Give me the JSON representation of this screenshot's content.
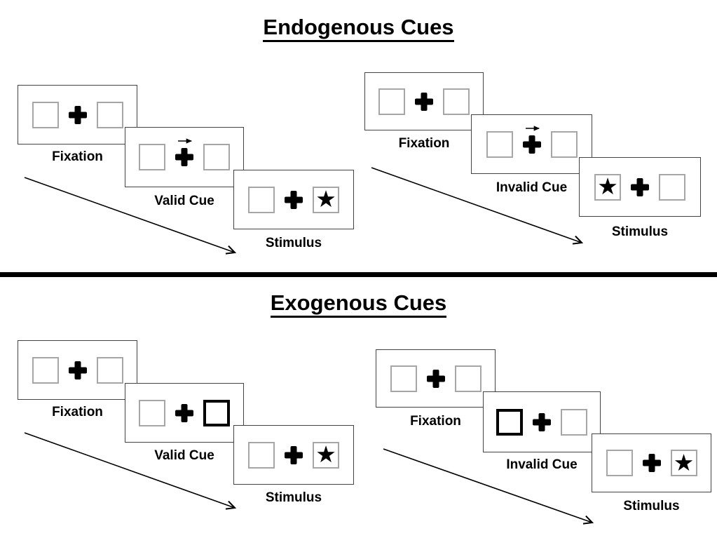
{
  "colors": {
    "background": "#ffffff",
    "ink": "#000000",
    "panel_border": "#424242",
    "placeholder_box_border": "#a6a6a6",
    "cue_box_border": "#000000",
    "divider": "#000000"
  },
  "icons": {
    "target_star": "★",
    "fixation_cross": "css-heavy-plus",
    "cue_arrow": "svg-right-arrow",
    "timeline_arrow": "svg-diagonal-arrow"
  },
  "sections": [
    {
      "title": "Endogenous Cues",
      "cue_style": "central-arrow",
      "sequences": [
        {
          "name": "valid",
          "cue": "arrow-pointing-right-above-fixation",
          "stimulus_star_side": "right",
          "panels": [
            {
              "label": "Fixation",
              "type": "fixation"
            },
            {
              "label": "Valid Cue",
              "type": "cue"
            },
            {
              "label": "Stimulus",
              "type": "stimulus"
            }
          ]
        },
        {
          "name": "invalid",
          "cue": "arrow-pointing-right-above-fixation",
          "stimulus_star_side": "left",
          "panels": [
            {
              "label": "Fixation",
              "type": "fixation"
            },
            {
              "label": "Invalid Cue",
              "type": "cue"
            },
            {
              "label": "Stimulus",
              "type": "stimulus"
            }
          ]
        }
      ]
    },
    {
      "title": "Exogenous Cues",
      "cue_style": "peripheral-bold-box",
      "sequences": [
        {
          "name": "valid",
          "cue": "bold-box-right",
          "stimulus_star_side": "right",
          "panels": [
            {
              "label": "Fixation",
              "type": "fixation"
            },
            {
              "label": "Valid Cue",
              "type": "cue"
            },
            {
              "label": "Stimulus",
              "type": "stimulus"
            }
          ]
        },
        {
          "name": "invalid",
          "cue": "bold-box-left",
          "stimulus_star_side": "right",
          "panels": [
            {
              "label": "Fixation",
              "type": "fixation"
            },
            {
              "label": "Invalid Cue",
              "type": "cue"
            },
            {
              "label": "Stimulus",
              "type": "stimulus"
            }
          ]
        }
      ]
    }
  ]
}
